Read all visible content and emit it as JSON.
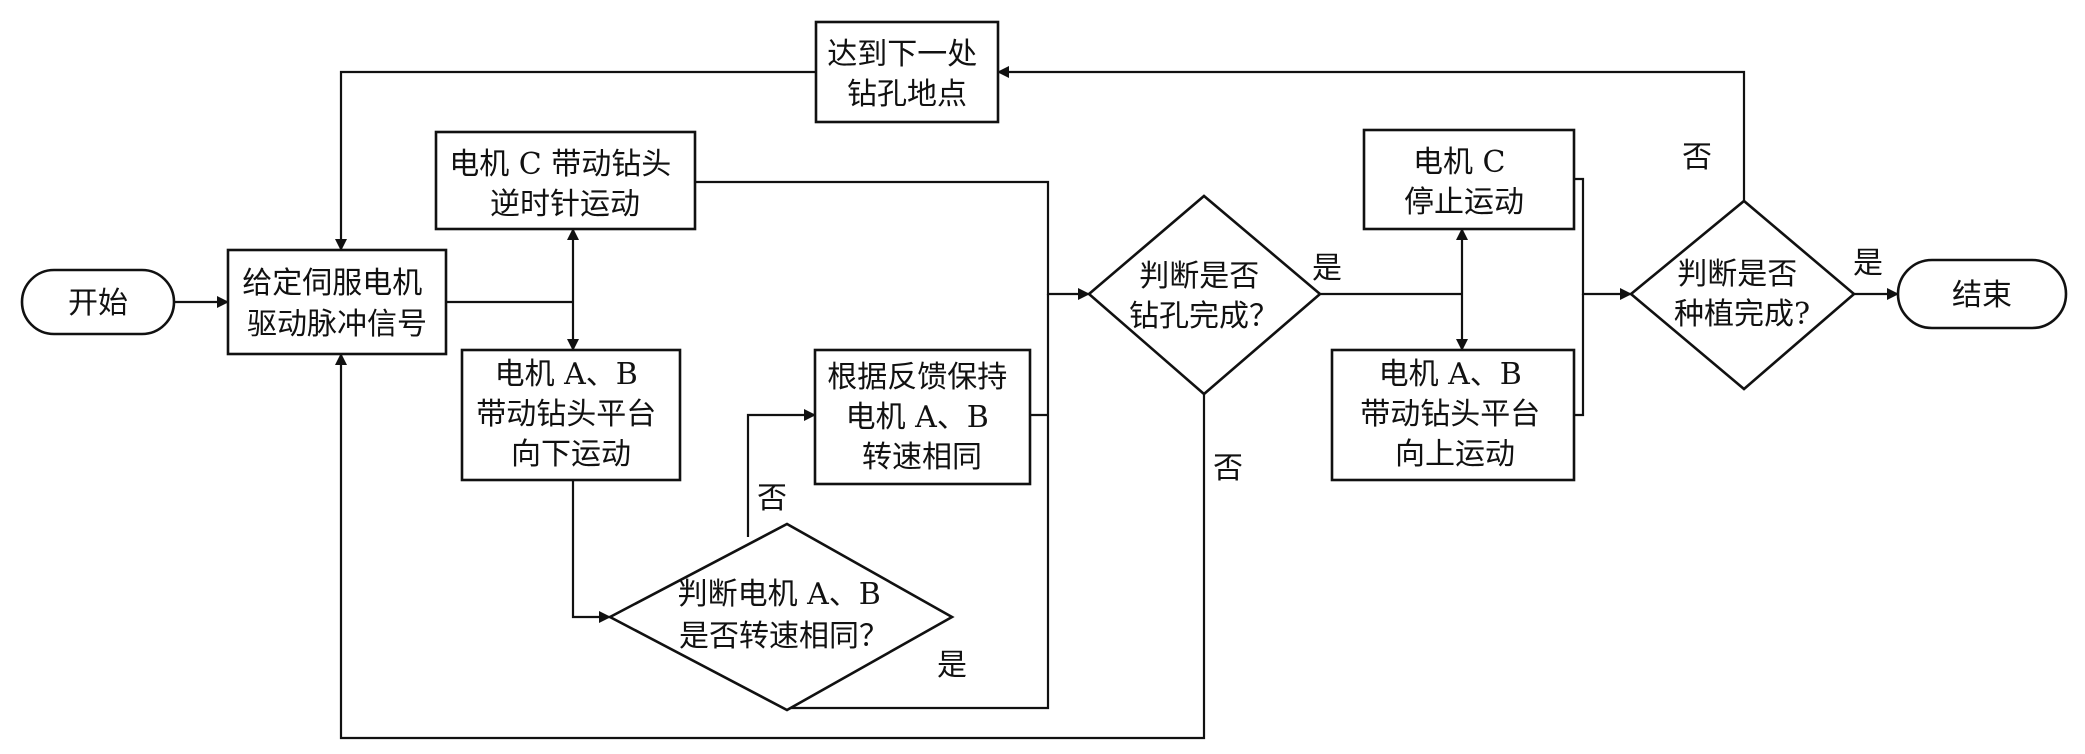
{
  "nodes": {
    "start": "开始",
    "give_pulse": [
      "给定伺服电机",
      "驱动脉冲信号"
    ],
    "next_site": [
      "达到下一处",
      "钻孔地点"
    ],
    "motor_c_rev": [
      "电机 C 带动钻头",
      "逆时针运动"
    ],
    "motor_ab_down": [
      "电机 A、B",
      "带动钻头平台",
      "向下运动"
    ],
    "keep_same_speed": [
      "根据反馈保持",
      "电机 A、B",
      "转速相同"
    ],
    "judge_speed": [
      "判断电机 A、B",
      "是否转速相同？"
    ],
    "judge_drill": [
      "判断是否",
      "钻孔完成？"
    ],
    "motor_c_stop": [
      "电机 C",
      "停止运动"
    ],
    "motor_ab_up": [
      "电机 A、B",
      "带动钻头平台",
      "向上运动"
    ],
    "judge_plant": [
      "判断是否",
      "种植完成?"
    ],
    "end": "结束"
  },
  "edge_labels": {
    "speed_no": "否",
    "speed_yes": "是",
    "drill_yes": "是",
    "drill_no": "否",
    "plant_no": "否",
    "plant_yes": "是"
  }
}
